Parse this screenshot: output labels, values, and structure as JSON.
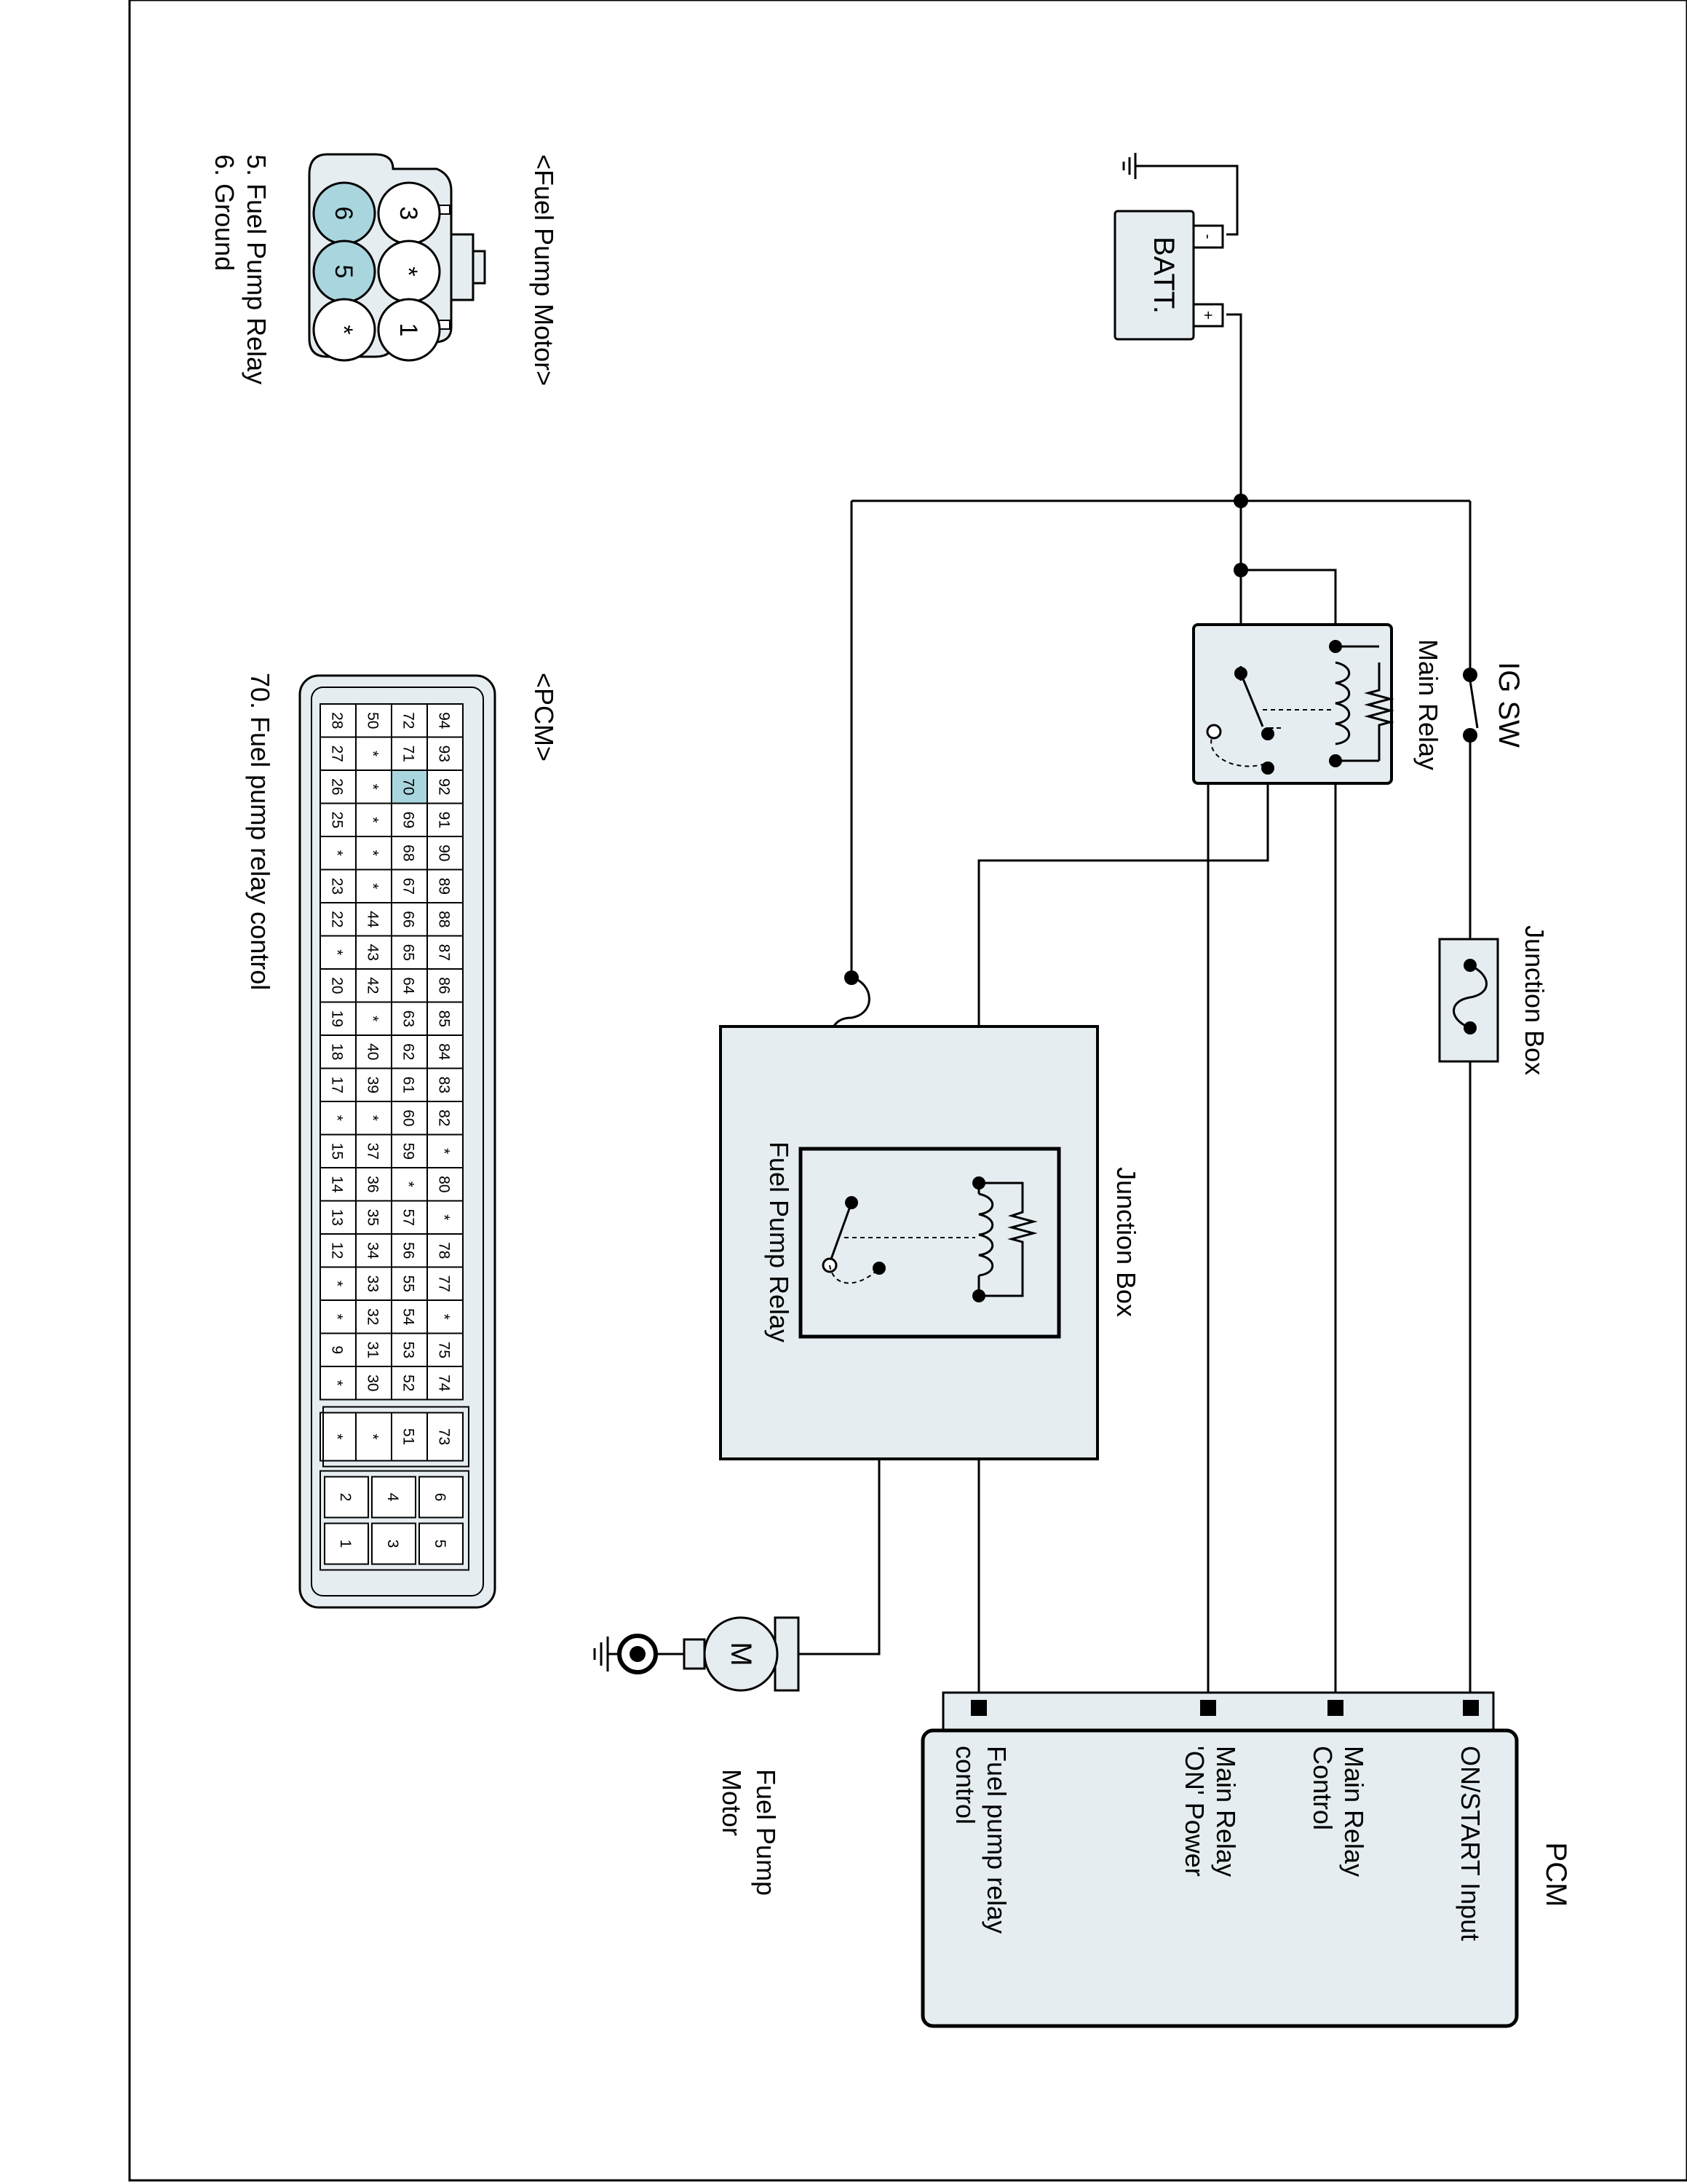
{
  "colors": {
    "component_fill": "#e6edf0",
    "highlight": "#a9d6de",
    "wire": "#000000"
  },
  "labels": {
    "ig_sw": "IG SW",
    "main_relay": "Main Relay",
    "junction_box_top": "Junction Box",
    "junction_box_main": "Junction Box",
    "fuel_pump_relay": "Fuel Pump Relay",
    "batt": "BATT.",
    "batt_minus": "-",
    "batt_plus": "+",
    "pcm": "PCM",
    "pcm_pin_on_start": "ON/START Input",
    "pcm_pin_main_ctrl_1": "Main Relay",
    "pcm_pin_main_ctrl_2": "Control",
    "pcm_pin_main_on_1": "Main Relay",
    "pcm_pin_main_on_2": "'ON' Power",
    "pcm_pin_fp_ctrl_1": "Fuel pump relay",
    "pcm_pin_fp_ctrl_2": "control",
    "motor_symbol": "M",
    "fuel_pump_motor_1": "Fuel Pump",
    "fuel_pump_motor_2": "Motor"
  },
  "fuel_pump_connector": {
    "title": "<Fuel Pump Motor>",
    "cavities": [
      "3",
      "*",
      "1",
      "6",
      "5",
      "*"
    ],
    "highlighted": [
      "6",
      "5"
    ],
    "legend": [
      "5. Fuel Pump Relay",
      "6. Ground"
    ]
  },
  "pcm_connector": {
    "title": "<PCM>",
    "rows": [
      [
        "94",
        "93",
        "92",
        "91",
        "90",
        "89",
        "88",
        "87",
        "86",
        "85",
        "84",
        "83",
        "82",
        "*",
        "80",
        "*",
        "78",
        "77",
        "*",
        "75",
        "74"
      ],
      [
        "72",
        "71",
        "70",
        "69",
        "68",
        "67",
        "66",
        "65",
        "64",
        "63",
        "62",
        "61",
        "60",
        "59",
        "*",
        "57",
        "56",
        "55",
        "54",
        "53",
        "52"
      ],
      [
        "50",
        "*",
        "*",
        "*",
        "*",
        "*",
        "44",
        "43",
        "42",
        "*",
        "40",
        "39",
        "*",
        "37",
        "36",
        "35",
        "34",
        "33",
        "32",
        "31",
        "30"
      ],
      [
        "28",
        "27",
        "26",
        "25",
        "*",
        "23",
        "22",
        "*",
        "20",
        "19",
        "18",
        "17",
        "*",
        "15",
        "14",
        "13",
        "12",
        "*",
        "*",
        "9",
        "*"
      ]
    ],
    "side_block": [
      "73",
      "51",
      "*",
      "*"
    ],
    "small_pins": [
      [
        "6",
        "5"
      ],
      [
        "4",
        "3"
      ],
      [
        "2",
        "1"
      ]
    ],
    "highlighted_pin": "70",
    "legend": "70. Fuel pump relay control"
  }
}
